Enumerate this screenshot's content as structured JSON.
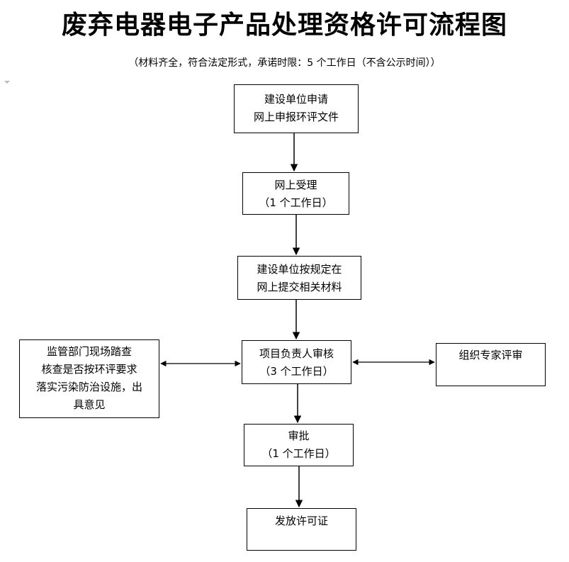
{
  "title": "废弃电器电子产品处理资格许可流程图",
  "subtitle": "（材料齐全，符合法定形式，承诺时限：5 个工作日（不含公示时间））",
  "steps": [
    {
      "line1": "建设单位申请",
      "line2": "网上申报环评文件"
    },
    {
      "line1": "网上受理",
      "line2": "（1 个工作日）"
    },
    {
      "line1": "建设单位按规定在",
      "line2": "网上提交相关材料"
    },
    {
      "line1": "项目负责人审核",
      "line2": "（3 个工作日）"
    },
    {
      "line1": "审批",
      "line2": "（1 个工作日）"
    },
    {
      "line1": "发放许可证",
      "line2": ""
    }
  ],
  "side_left": {
    "line1": "监管部门现场踏查",
    "line2": "核查是否按环评要求",
    "line3": "落实污染防治设施，出",
    "line4": "具意见"
  },
  "side_right": {
    "line1": "组织专家评审"
  }
}
